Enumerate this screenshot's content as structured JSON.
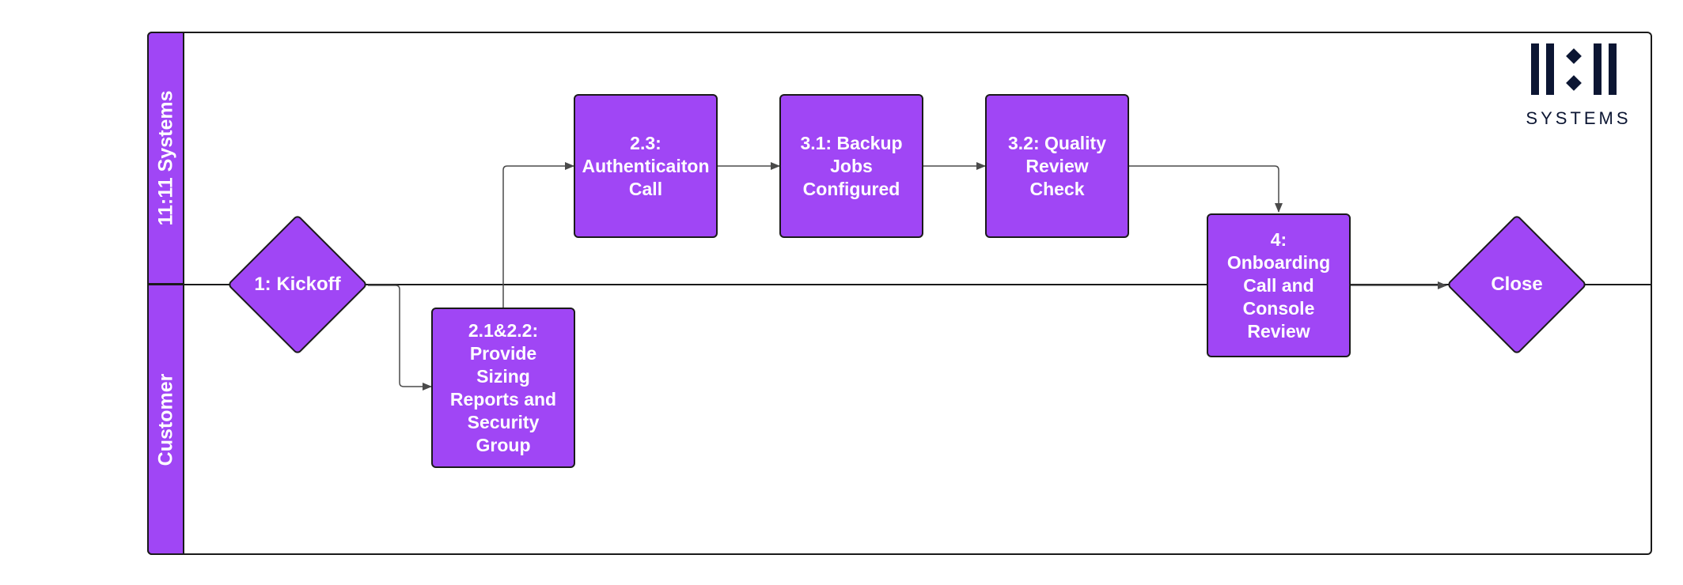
{
  "lanes": {
    "top_label": "11:11 Systems",
    "bottom_label": "Customer"
  },
  "steps": {
    "kickoff": "1: Kickoff",
    "provide_reports": "2.1&2.2:\nProvide\nSizing\nReports and\nSecurity\nGroup",
    "auth_call": "2.3:\nAuthenticaiton\nCall",
    "backup_jobs": "3.1:  Backup\nJobs\nConfigured",
    "quality_review": "3.2: Quality\nReview\nCheck",
    "onboarding": "4:\nOnboarding\nCall and\nConsole\nReview",
    "close": "Close"
  },
  "logo": {
    "text": "SYSTEMS"
  },
  "colors": {
    "shape_fill": "#a046f5",
    "stroke": "#1a1a1a",
    "connector": "#4a4a4a",
    "logo": "#0c1633"
  }
}
